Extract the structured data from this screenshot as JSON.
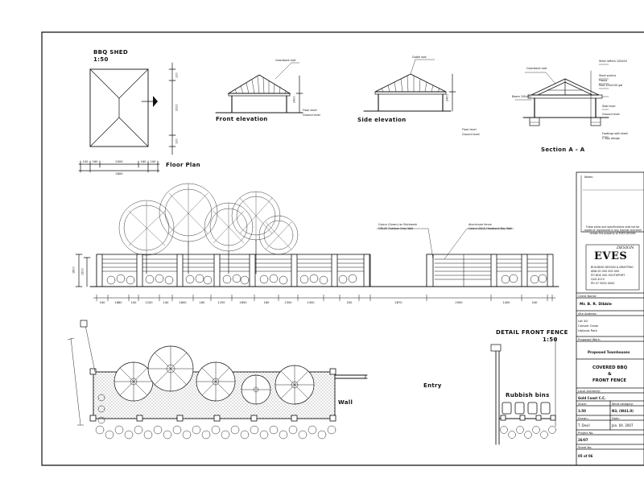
{
  "shed_plan": {
    "title_line1": "BBQ SHED",
    "title_line2": "1:50",
    "floor_plan_label": "Floor Plan",
    "dims_bottom": [
      "100",
      "160",
      "2000",
      "160",
      "100"
    ],
    "dim_overall": "2800",
    "dims_side": [
      "100",
      "2000",
      "100"
    ]
  },
  "elevations": {
    "front_label": "Front elevation",
    "side_label": "Side elevation",
    "section_label": "Section A - A",
    "front_note": "Colorbond roof",
    "side_note": "Gable roof",
    "floor_note_1": "Floor level",
    "floor_note_2": "Ground level",
    "height_dim": "2400",
    "section_notes": [
      "Colorbond roof",
      "Steel rafters 100x50",
      "Steel purlins",
      "Fascia",
      "Post 100x100 gal",
      "Beam 150x50",
      "Slab level",
      "Ground level",
      "Footings with steel",
      "C Bay design"
    ]
  },
  "fence": {
    "callout_left": "Colour (Green) on Brickwork",
    "callout_left_2": "ORLAY Outdoor Grey Wall",
    "callout_right": "Aluminium fence",
    "callout_right_2": "Colour (BLU) Headland Bay Wall",
    "height_dims": [
      "1800",
      "1500"
    ],
    "dims": [
      "240",
      "1880",
      "100",
      "1200",
      "140",
      "1800",
      "160",
      "1250",
      "1850",
      "160",
      "1350",
      "1450",
      "200",
      "2870",
      "2900",
      "1400",
      "240"
    ],
    "detail_title_line1": "DETAIL FRONT FENCE",
    "detail_title_line2": "1:50"
  },
  "site": {
    "wall_label": "Wall",
    "entry_label": "Entry",
    "rubbish_label": "Rubbish bins"
  },
  "title_block": {
    "notes_label": "Notes:",
    "copyright": "These plans and specifications shall not be copied or reproduced in any manner and shall remain the property of EVES DESIGN",
    "logo_text": "EVES",
    "logo_sub": "DESIGN",
    "firm_lines": [
      "BUILDING DESIGN & DRAFTING",
      "ABN 00 000 000 000",
      "PO BOX 000 SOUTHPORT",
      "QLD 4215",
      "PH 07 5500 0000"
    ],
    "client_label": "Client Name:",
    "client_value": "Mr. B. R. Dibble",
    "site_label": "Site Address:",
    "site_lines": [
      "Lot 40",
      "Corsair Close",
      "Holland Park"
    ],
    "proposed_label": "Proposed Work:",
    "proposed_value": "Proposed Townhouses",
    "drawing_title_1": "COVERED BBQ",
    "drawing_title_2": "&",
    "drawing_title_3": "FRONT FENCE",
    "authority_label": "Local Authority:",
    "authority_value": "Gold Coast C.C.",
    "scale_label": "Scale:",
    "scale_value": "1:50",
    "wind_label": "Wind category:",
    "wind_value": "N3, (W41.0)",
    "drawn_label": "Drawn:",
    "drawn_value": "T. Devil",
    "date_label": "Date:",
    "date_value": "Jan. 04. 2007",
    "project_label": "Project No.",
    "project_value": "26/07",
    "sheet_label": "Sheet No.",
    "sheet_value": "05 of 06"
  }
}
